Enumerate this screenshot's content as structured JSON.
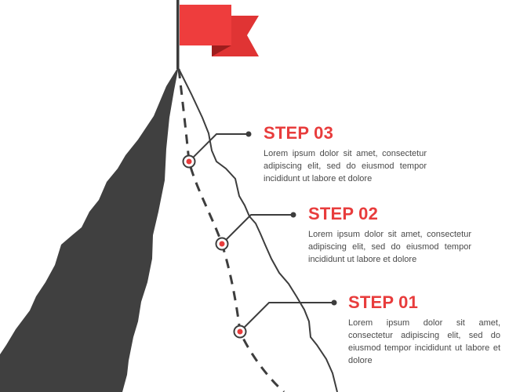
{
  "colors": {
    "accent": "#e83c3c",
    "flag_dark": "#c62a2a",
    "mountain": "#404040",
    "line": "#3d3d3d",
    "text": "#4a4a4a",
    "background": "#ffffff"
  },
  "steps": [
    {
      "title": "STEP 03",
      "description": "Lorem ipsum dolor sit amet, consectetur adipiscing elit, sed do eiusmod tempor incididunt ut labore et dolore"
    },
    {
      "title": "STEP 02",
      "description": "Lorem ipsum dolor sit amet, consectetur adipiscing elit, sed do eiusmod tempor incididunt ut labore et dolore"
    },
    {
      "title": "STEP 01",
      "description": "Lorem ipsum dolor sit amet, consectetur adipiscing elit, sed do eiusmod tempor incididunt ut labore et dolore"
    }
  ]
}
